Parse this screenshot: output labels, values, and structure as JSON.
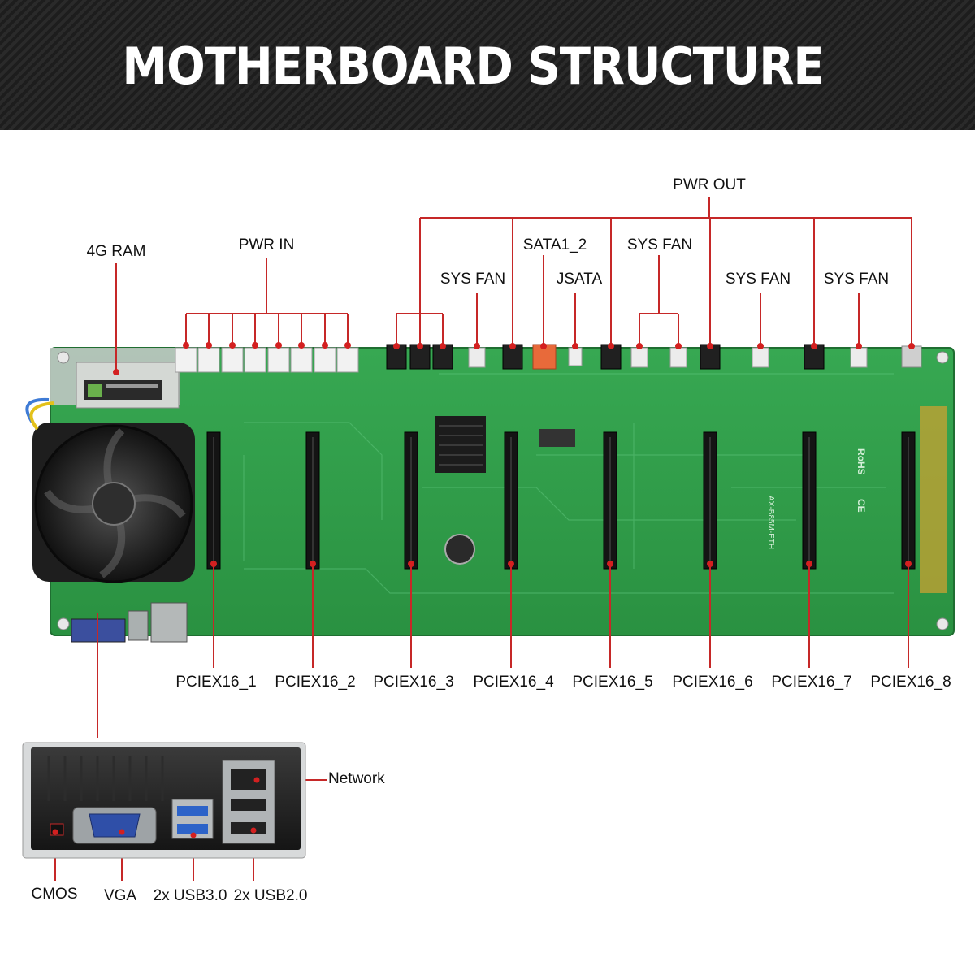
{
  "header": {
    "title": "MOTHERBOARD STRUCTURE"
  },
  "colors": {
    "header_bg": "#1f1f1f",
    "board": "#2e9e46",
    "callout": "#c62828",
    "slot": "#141414"
  },
  "labels": {
    "ram": "4G RAM",
    "pwr_in": "PWR IN",
    "pwr_out": "PWR OUT",
    "sata": "SATA1_2",
    "jsata": "JSATA",
    "sys_fan": "SYS FAN"
  },
  "pcie_slots": [
    "PCIEX16_1",
    "PCIEX16_2",
    "PCIEX16_3",
    "PCIEX16_4",
    "PCIEX16_5",
    "PCIEX16_6",
    "PCIEX16_7",
    "PCIEX16_8"
  ],
  "io_panel": {
    "network": "Network",
    "cmos": "CMOS",
    "vga": "VGA",
    "usb3": "2x USB3.0",
    "usb2": "2x USB2.0"
  },
  "board_marks": {
    "model": "AX-B85M-ETH",
    "rohs": "RoHS",
    "ce": "CE"
  }
}
